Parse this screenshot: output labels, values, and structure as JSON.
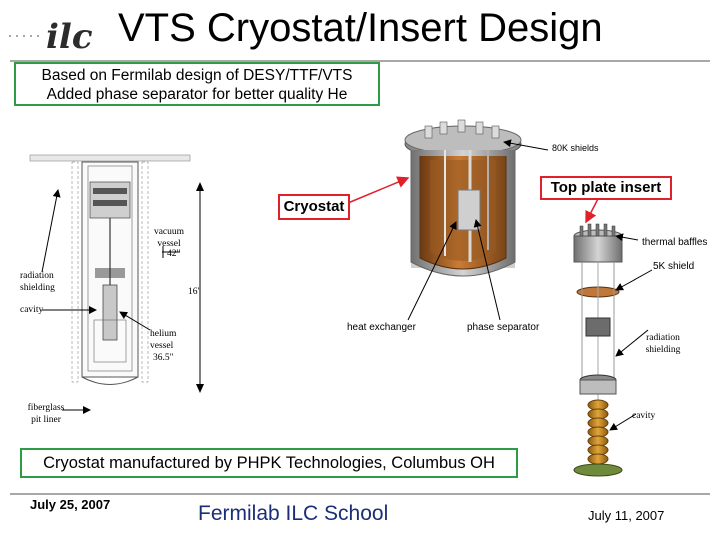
{
  "title": "VTS Cryostat/Insert Design",
  "logo_text": "ilc",
  "intro_box": {
    "line1": "Based on Fermilab design of DESY/TTF/VTS",
    "line2": "Added phase separator for better quality He"
  },
  "callouts": {
    "cryostat": "Cryostat",
    "top_plate_insert": "Top plate insert"
  },
  "cryostat_labels": {
    "vacuum_vessel": "vacuum vessel",
    "vacuum_vessel_size": "42\"",
    "radiation_shielding": "radiation shielding",
    "cavity": "cavity",
    "helium_vessel": "helium vessel",
    "helium_vessel_size": "36.5\"",
    "height": "16'",
    "fiberglass_pit_liner": "fiberglass pit liner"
  },
  "insert_labels": {
    "shields_80k": "80K shields",
    "thermal_baffles": "thermal baffles",
    "shield_5k": "5K shield",
    "heat_exchanger": "heat exchanger",
    "phase_separator": "phase separator",
    "radiation_shielding": "radiation shielding",
    "cavity": "cavity"
  },
  "manufacturer_box": "Cryostat manufactured by PHPK Technologies, Columbus OH",
  "footer": {
    "left_date": "July 25, 2007",
    "school": "Fermilab ILC School",
    "right_date": "July 11, 2007"
  },
  "colors": {
    "green_border": "#2e9b46",
    "red_border": "#e0202a",
    "school_text": "#1b2e77",
    "logo_dots": "#a0a0a0"
  }
}
